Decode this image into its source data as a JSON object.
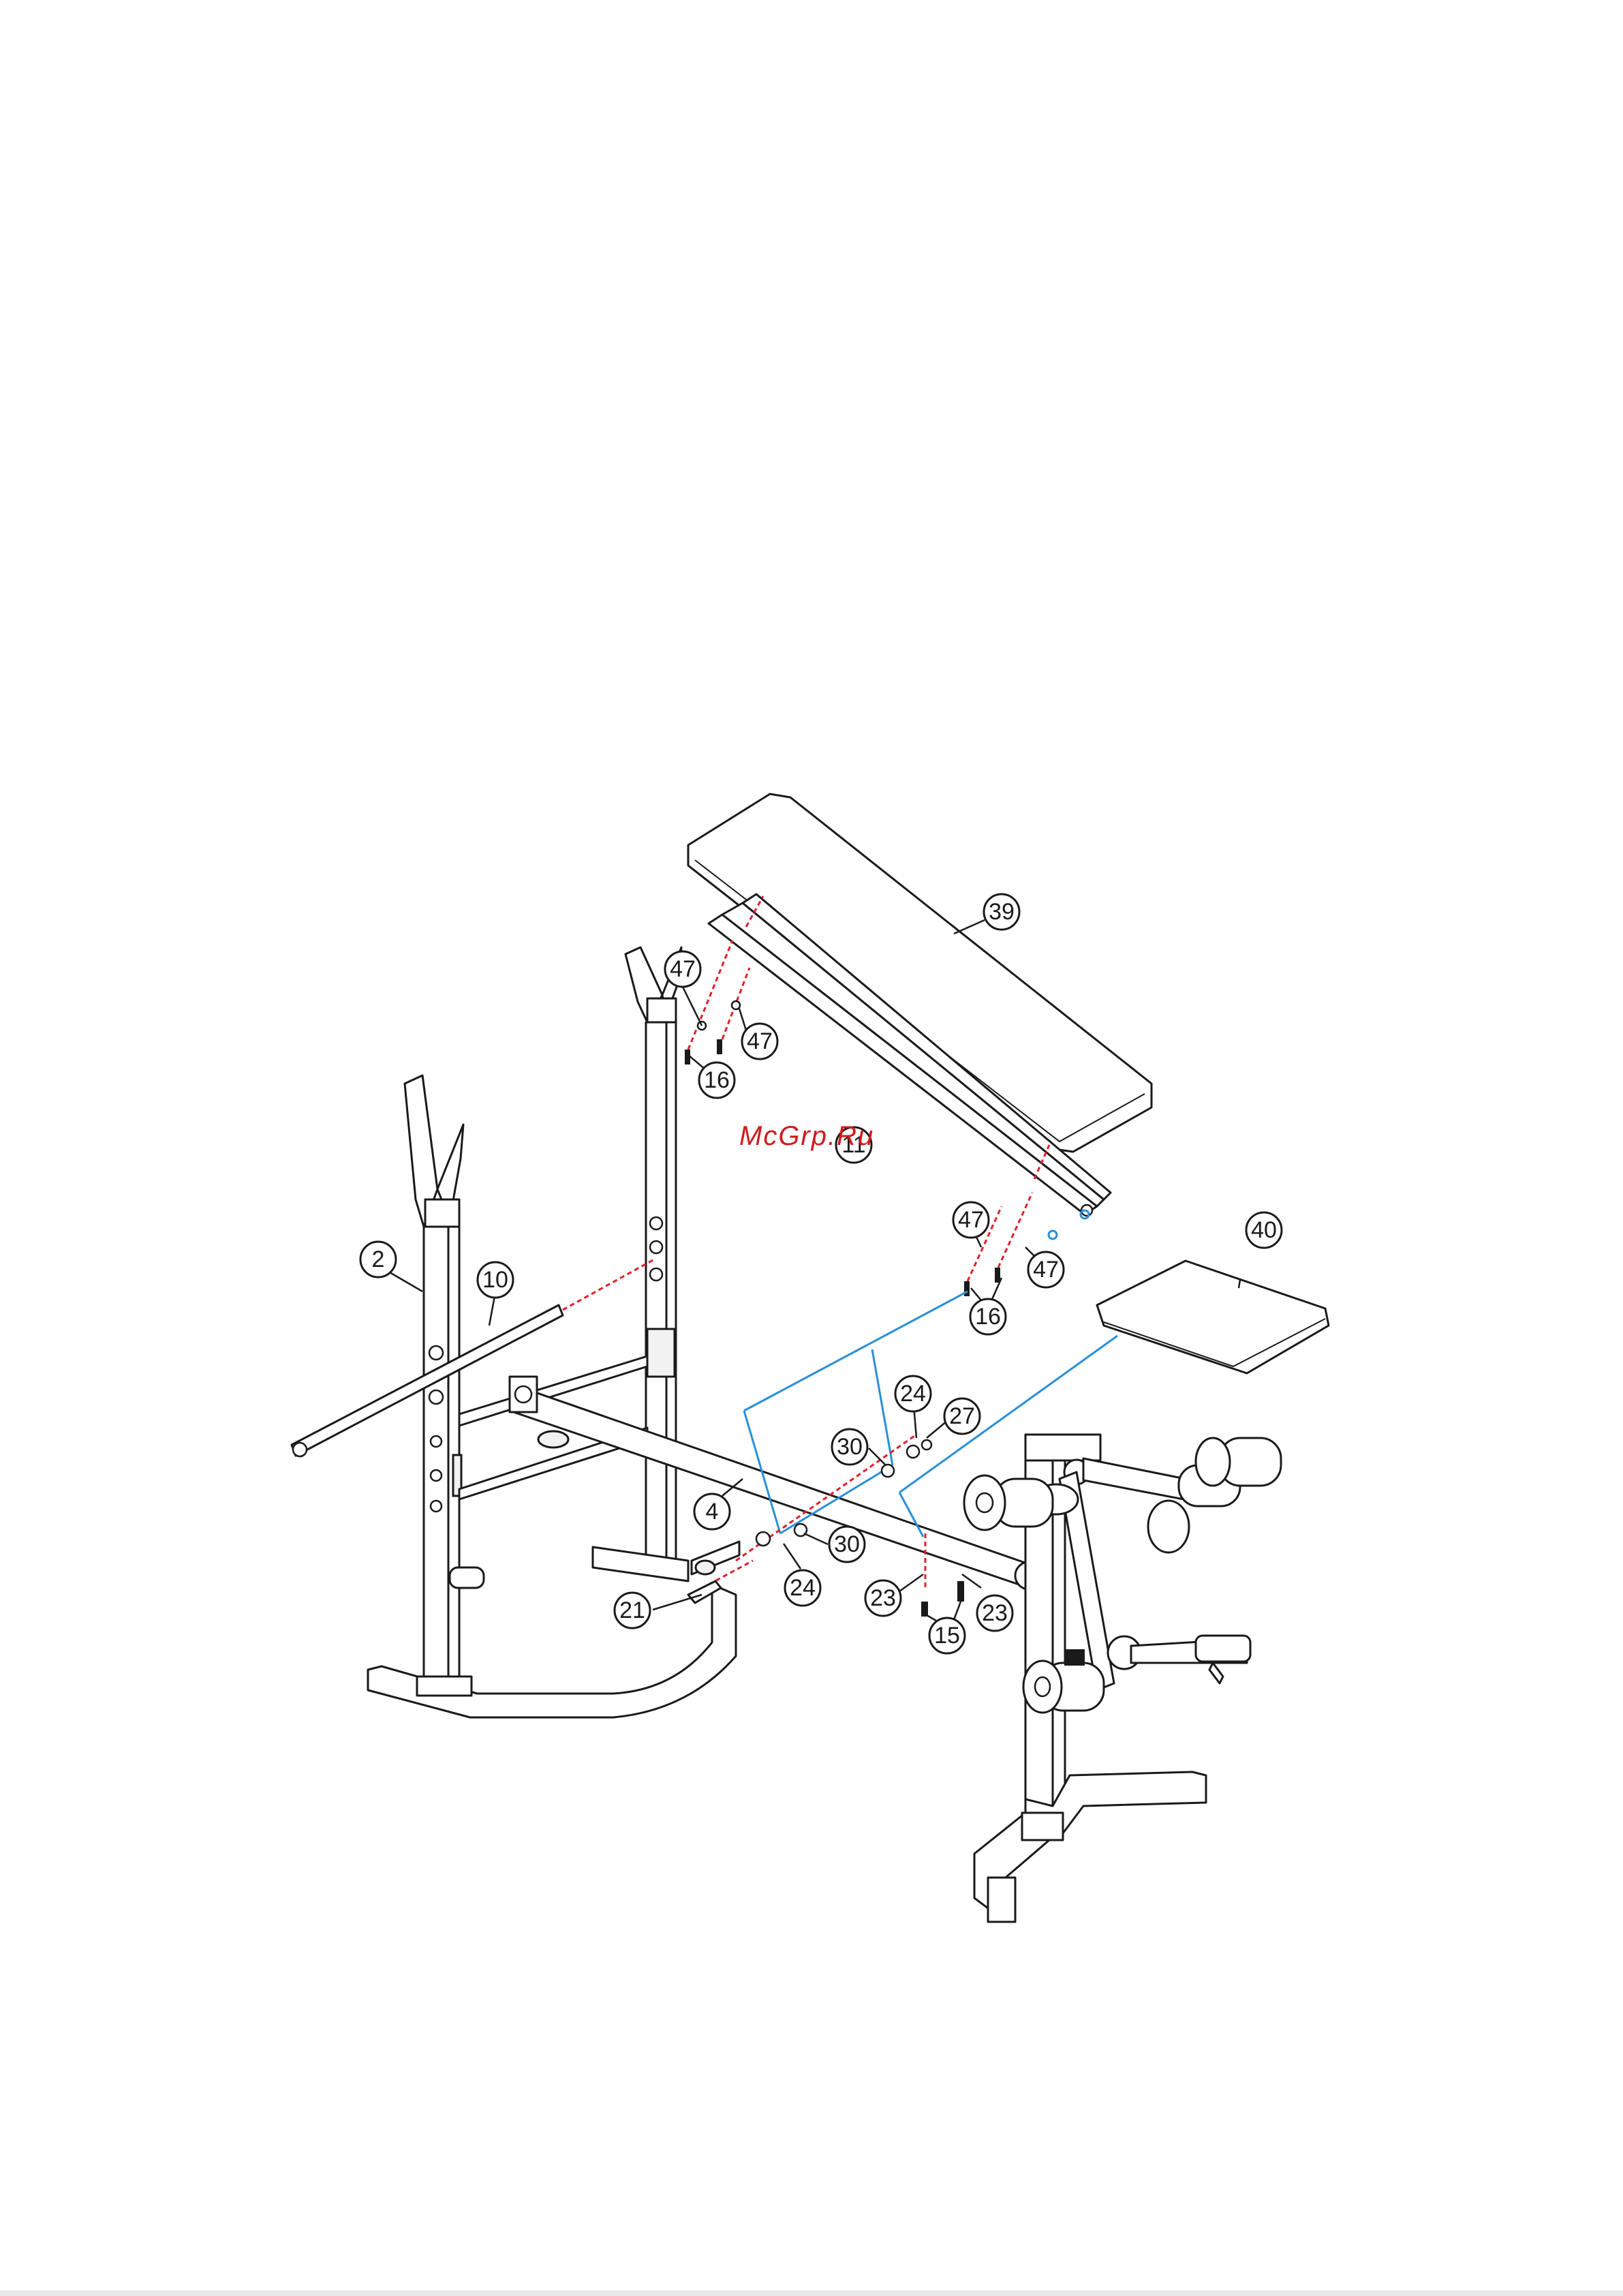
{
  "diagram": {
    "callouts": [
      {
        "id": "c39",
        "label": "39"
      },
      {
        "id": "c47a",
        "label": "47"
      },
      {
        "id": "c47b",
        "label": "47"
      },
      {
        "id": "c16a",
        "label": "16"
      },
      {
        "id": "c11",
        "label": "11"
      },
      {
        "id": "c47c",
        "label": "47"
      },
      {
        "id": "c47d",
        "label": "47"
      },
      {
        "id": "c16b",
        "label": "16"
      },
      {
        "id": "c40",
        "label": "40"
      },
      {
        "id": "c2",
        "label": "2"
      },
      {
        "id": "c10",
        "label": "10"
      },
      {
        "id": "c24a",
        "label": "24"
      },
      {
        "id": "c27",
        "label": "27"
      },
      {
        "id": "c30a",
        "label": "30"
      },
      {
        "id": "c4",
        "label": "4"
      },
      {
        "id": "c30b",
        "label": "30"
      },
      {
        "id": "c24b",
        "label": "24"
      },
      {
        "id": "c21",
        "label": "21"
      },
      {
        "id": "c23a",
        "label": "23"
      },
      {
        "id": "c23b",
        "label": "23"
      },
      {
        "id": "c15",
        "label": "15"
      }
    ],
    "colors": {
      "line": "#1a1a1a",
      "guide_red": "#e0202a",
      "guide_blue": "#2a8fd8",
      "watermark": "#d11a1a"
    }
  },
  "watermark": {
    "text": "McGrp.Ru"
  }
}
